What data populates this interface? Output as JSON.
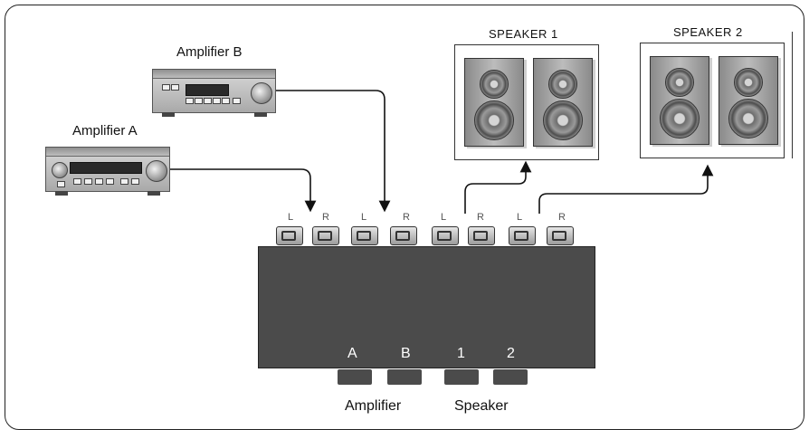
{
  "amplifiers": {
    "a_label": "Amplifier A",
    "b_label": "Amplifier B"
  },
  "speakers": {
    "s1_label": "SPEAKER 1",
    "s2_label": "SPEAKER 2"
  },
  "ports": [
    "L",
    "R",
    "L",
    "R",
    "L",
    "R",
    "L",
    "R"
  ],
  "selector": {
    "buttons": [
      "A",
      "B",
      "1",
      "2"
    ],
    "group_amplifier": "Amplifier",
    "group_speaker": "Speaker"
  }
}
